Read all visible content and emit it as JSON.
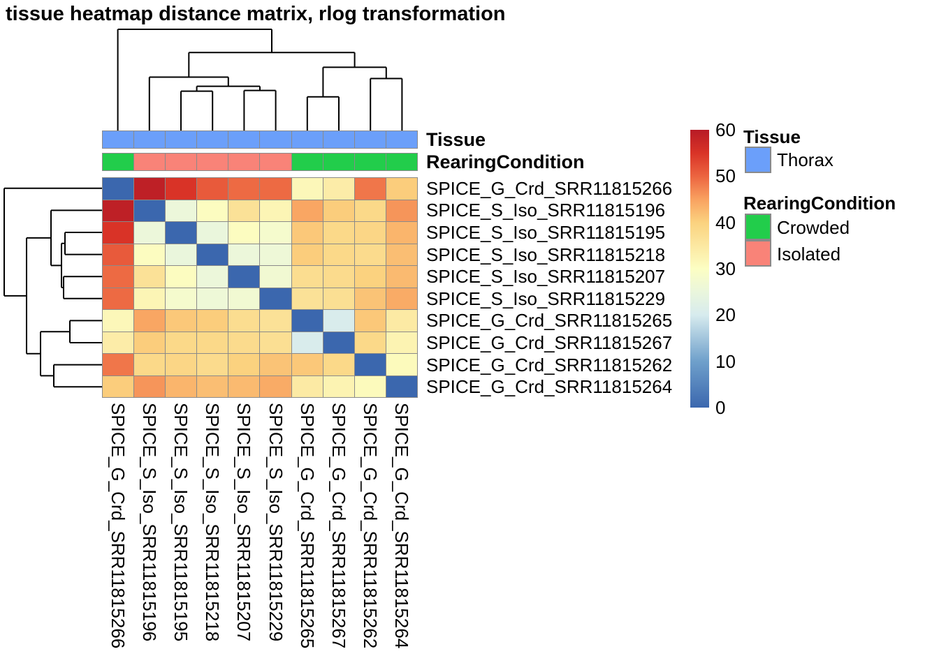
{
  "title": "tissue heatmap distance matrix, rlog transformation",
  "chart_data": {
    "type": "heatmap",
    "samples": [
      "SPICE_G_Crd_SRR11815266",
      "SPICE_S_Iso_SRR11815196",
      "SPICE_S_Iso_SRR11815195",
      "SPICE_S_Iso_SRR11815218",
      "SPICE_S_Iso_SRR11815207",
      "SPICE_S_Iso_SRR11815229",
      "SPICE_G_Crd_SRR11815265",
      "SPICE_G_Crd_SRR11815267",
      "SPICE_G_Crd_SRR11815262",
      "SPICE_G_Crd_SRR11815264"
    ],
    "matrix": [
      [
        0,
        59,
        55,
        51,
        49.5,
        49.5,
        31.5,
        34,
        48.5,
        40.5
      ],
      [
        59,
        0,
        25.5,
        30.5,
        36.5,
        32,
        44.5,
        40.5,
        38.5,
        46
      ],
      [
        55,
        25.5,
        0,
        25,
        30.5,
        28,
        41,
        38.5,
        39,
        43
      ],
      [
        51,
        30.5,
        25,
        0,
        25.5,
        26,
        40.5,
        38.5,
        38,
        42
      ],
      [
        49.5,
        36.5,
        30.5,
        25.5,
        0,
        27,
        37.5,
        38,
        40,
        42.5
      ],
      [
        49.5,
        32,
        28,
        26,
        27,
        0,
        36.5,
        37,
        41.5,
        44
      ],
      [
        31.5,
        44.5,
        41,
        40.5,
        37.5,
        36.5,
        0,
        20.5,
        41,
        34.5
      ],
      [
        34,
        40.5,
        38.5,
        38.5,
        38,
        37,
        20.5,
        0,
        38.5,
        32.5
      ],
      [
        48.5,
        38.5,
        39,
        38,
        40,
        41.5,
        41,
        38.5,
        0,
        31
      ],
      [
        40.5,
        46,
        43,
        42,
        42.5,
        44,
        34.5,
        32.5,
        31,
        0
      ]
    ],
    "value_range": [
      0,
      60
    ],
    "colorbar_ticks": [
      "60",
      "50",
      "40",
      "30",
      "20",
      "10",
      "0"
    ],
    "color_stops": [
      [
        0,
        "#3B67AE"
      ],
      [
        10,
        "#6FA0CB"
      ],
      [
        20,
        "#D7EBEE"
      ],
      [
        25,
        "#EAF6DC"
      ],
      [
        30,
        "#FCFEC3"
      ],
      [
        40,
        "#FBD27F"
      ],
      [
        45,
        "#F9A160"
      ],
      [
        50,
        "#EC6440"
      ],
      [
        55,
        "#D93327"
      ],
      [
        60,
        "#B71B26"
      ]
    ],
    "col_annotations": {
      "tissue": {
        "label": "Tissue",
        "values": [
          "Thorax",
          "Thorax",
          "Thorax",
          "Thorax",
          "Thorax",
          "Thorax",
          "Thorax",
          "Thorax",
          "Thorax",
          "Thorax"
        ]
      },
      "rearing": {
        "label": "RearingCondition",
        "values": [
          "Crowded",
          "Isolated",
          "Isolated",
          "Isolated",
          "Isolated",
          "Isolated",
          "Crowded",
          "Crowded",
          "Crowded",
          "Crowded"
        ]
      }
    },
    "annotation_colors": {
      "Thorax": "#6B9FFA",
      "Crowded": "#22CD4B",
      "Isolated": "#F98378"
    },
    "col_dendrogram": {
      "h": 144,
      "c": [
        {
          "leaf": 0
        },
        {
          "h": 111,
          "c": [
            {
              "h": 76,
              "c": [
                {
                  "leaf": 1
                },
                {
                  "h": 63,
                  "c": [
                    {
                      "h": 56,
                      "c": [
                        {
                          "leaf": 2
                        },
                        {
                          "leaf": 3
                        }
                      ]
                    },
                    {
                      "h": 57,
                      "c": [
                        {
                          "leaf": 4
                        },
                        {
                          "leaf": 5
                        }
                      ]
                    }
                  ]
                }
              ]
            },
            {
              "h": 90,
              "c": [
                {
                  "h": 48,
                  "c": [
                    {
                      "leaf": 6
                    },
                    {
                      "leaf": 7
                    }
                  ]
                },
                {
                  "h": 74,
                  "c": [
                    {
                      "leaf": 8
                    },
                    {
                      "leaf": 9
                    }
                  ]
                }
              ]
            }
          ]
        }
      ]
    },
    "row_dendrogram": {
      "h": 140,
      "c": [
        {
          "leaf": 0
        },
        {
          "h": 108,
          "c": [
            {
              "h": 73,
              "c": [
                {
                  "leaf": 1
                },
                {
                  "h": 58,
                  "c": [
                    {
                      "h": 53,
                      "c": [
                        {
                          "leaf": 2
                        },
                        {
                          "leaf": 3
                        }
                      ]
                    },
                    {
                      "h": 55,
                      "c": [
                        {
                          "leaf": 4
                        },
                        {
                          "leaf": 5
                        }
                      ]
                    }
                  ]
                }
              ]
            },
            {
              "h": 88,
              "c": [
                {
                  "h": 46,
                  "c": [
                    {
                      "leaf": 6
                    },
                    {
                      "leaf": 7
                    }
                  ]
                },
                {
                  "h": 69,
                  "c": [
                    {
                      "leaf": 8
                    },
                    {
                      "leaf": 9
                    }
                  ]
                }
              ]
            }
          ]
        }
      ]
    }
  },
  "legend": {
    "tissue_title": "Tissue",
    "tissue_items": [
      {
        "label": "Thorax",
        "color": "#6B9FFA"
      }
    ],
    "rearing_title": "RearingCondition",
    "rearing_items": [
      {
        "label": "Crowded",
        "color": "#22CD4B"
      },
      {
        "label": "Isolated",
        "color": "#F98378"
      }
    ]
  },
  "colors": {
    "grid": "#8A8A8A",
    "dendrogram": "#000000",
    "background": "#FFFFFF"
  }
}
